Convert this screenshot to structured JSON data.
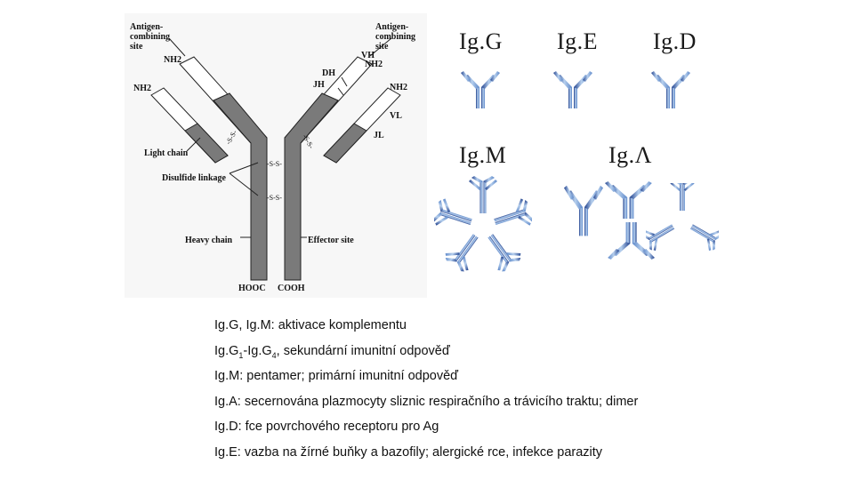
{
  "antibody_diagram": {
    "labels": {
      "antigen_site_left": [
        "Antigen-",
        "combining",
        "site"
      ],
      "antigen_site_right": [
        "Antigen-",
        "combining",
        "site"
      ],
      "nh2_left_heavy": "NH2",
      "nh2_left_light": "NH2",
      "nh2_right_heavy": "NH2",
      "nh2_right_light": "NH2",
      "dh": "DH",
      "jh": "JH",
      "vh": "VH",
      "vl": "VL",
      "jl": "JL",
      "light_chain": "Light chain",
      "disulfide_linkage": "Disulfide linkage",
      "heavy_chain": "Heavy chain",
      "effector_site": "Effector site",
      "hooc": "HOOC",
      "cooh": "COOH",
      "ss": "-S-S-"
    }
  },
  "classes": {
    "igg": "Ig.G",
    "ige": "Ig.E",
    "igd": "Ig.D",
    "igm": "Ig.M",
    "iga": "Ig.Λ"
  },
  "colors": {
    "chain_gray": "#7a7a7a",
    "blue_dark": "#1e3f8c",
    "blue_mid": "#5b86c8",
    "blue_light": "#b7d0ee"
  },
  "notes": {
    "line1": "Ig.G, Ig.M: aktivace komplementu",
    "line2_a": "Ig.G",
    "line2_sub1": "1",
    "line2_b": "-Ig.G",
    "line2_sub2": "4",
    "line2_c": ", sekundární imunitní odpověď",
    "line3": "Ig.M: pentamer; primární imunitní odpověď",
    "line4": "Ig.A: secernována plazmocyty sliznic respiračního a trávicího traktu; dimer",
    "line5": "Ig.D: fce povrchového receptoru pro Ag",
    "line6": "Ig.E: vazba na žírné buňky a bazofily; alergické rce, infekce parazity"
  }
}
